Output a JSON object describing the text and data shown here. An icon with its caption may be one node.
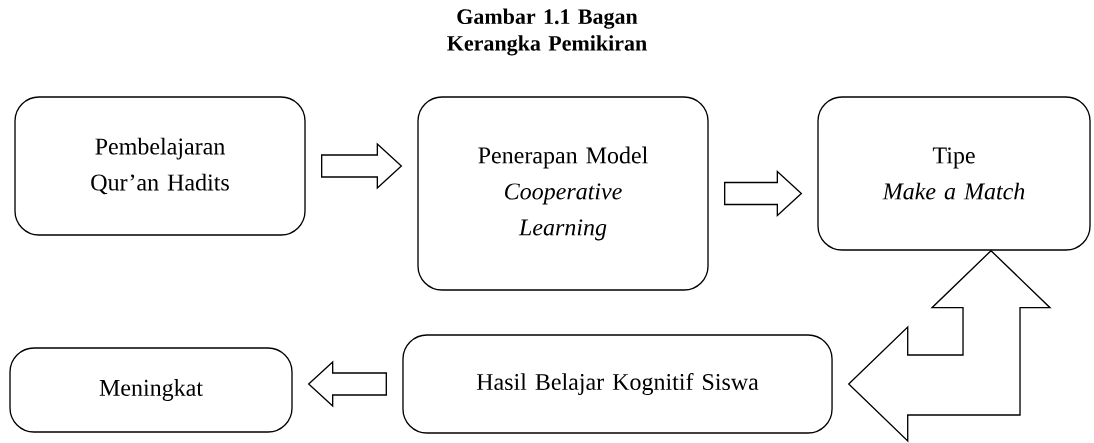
{
  "diagram": {
    "title": "Gambar 1.1 Bagan Kerangka Pemikiran",
    "nodes": [
      {
        "text": [
          "Pembelajaran Qur’an Hadits"
        ]
      },
      {
        "text": [
          "Penerapan Model",
          "Cooperative Learning"
        ]
      },
      {
        "text": [
          "Tipe",
          "Make a Match"
        ]
      },
      {
        "text": [
          "Hasil Belajar Kognitif Siswa"
        ]
      },
      {
        "text": [
          "Meningkat"
        ]
      }
    ],
    "edges": [
      {
        "from": 0,
        "to": 1,
        "arrow": "to"
      },
      {
        "from": 1,
        "to": 2,
        "arrow": "to"
      },
      {
        "from": 2,
        "to": 3,
        "arrow": "both"
      },
      {
        "from": 3,
        "to": 4,
        "arrow": "to"
      }
    ]
  }
}
